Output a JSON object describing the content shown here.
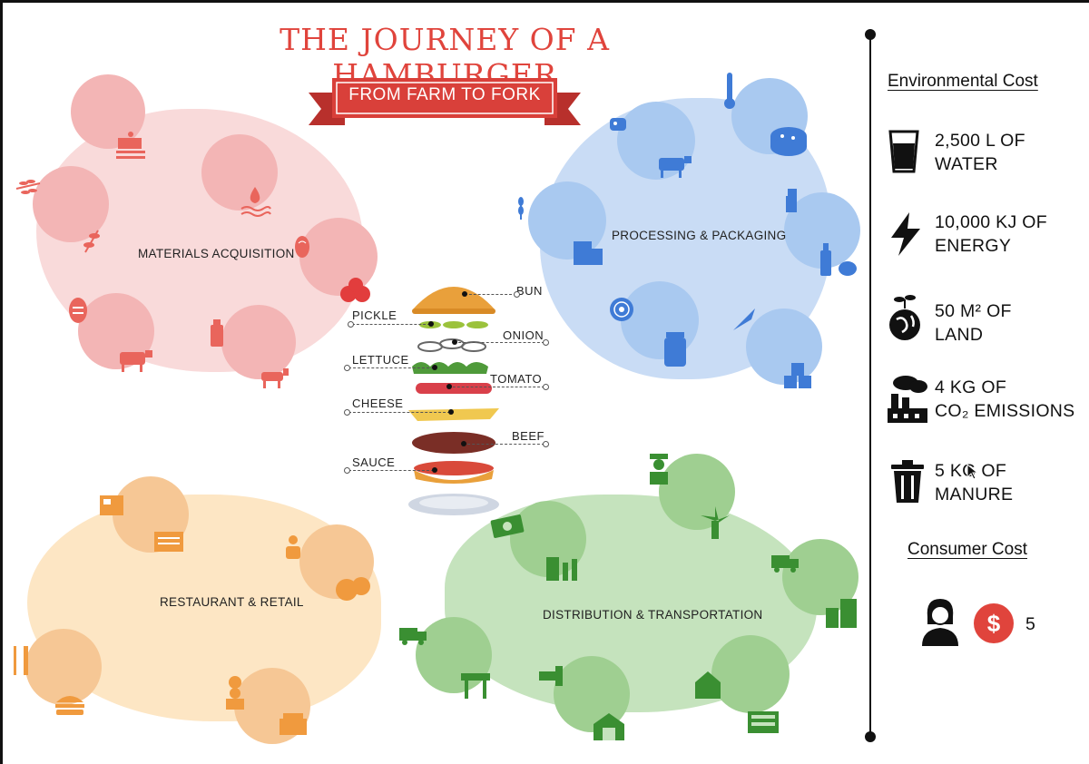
{
  "title": "THE JOURNEY OF A HAMBURGER",
  "subtitle": "FROM FARM TO FORK",
  "stages": {
    "materials": "MATERIALS ACQUISITION",
    "processing": "PROCESSING & PACKAGING",
    "restaurant": "RESTAURANT & RETAIL",
    "distribution": "DISTRIBUTION & TRANSPORTATION"
  },
  "burger_layers": {
    "bun": "BUN",
    "pickle": "PICKLE",
    "onion": "ONION",
    "lettuce": "LETTUCE",
    "tomato": "TOMATO",
    "cheese": "CHEESE",
    "beef": "BEEF",
    "sauce": "SAUCE"
  },
  "environmental_cost": {
    "heading": "Environmental Cost",
    "items": [
      {
        "icon": "water-glass-icon",
        "line1": "2,500 L OF",
        "line2": "WATER"
      },
      {
        "icon": "lightning-icon",
        "line1": "10,000 KJ OF",
        "line2": "ENERGY"
      },
      {
        "icon": "globe-plant-icon",
        "line1": "50 M² OF",
        "line2": "LAND"
      },
      {
        "icon": "factory-icon",
        "line1": "4 KG OF",
        "line2": "CO₂ EMISSIONS"
      },
      {
        "icon": "trash-can-icon",
        "line1": "5 KG OF",
        "line2": "MANURE"
      }
    ]
  },
  "consumer_cost": {
    "heading": "Consumer Cost",
    "value": "5",
    "icons": [
      "person-icon",
      "dollar-icon"
    ]
  },
  "colors": {
    "title_red": "#e0443c",
    "ribbon_red": "#d9403a",
    "materials_pink": "#f7cfcf",
    "materials_circle": "#f3b5b5",
    "processing_blue": "#c9dcf5",
    "processing_circle": "#a9c9f0",
    "restaurant_peach": "#fde6c4",
    "restaurant_circle": "#f6c795",
    "distribution_green": "#c5e3bd",
    "distribution_circle": "#9fcf91",
    "icon_dark": "#111111"
  }
}
